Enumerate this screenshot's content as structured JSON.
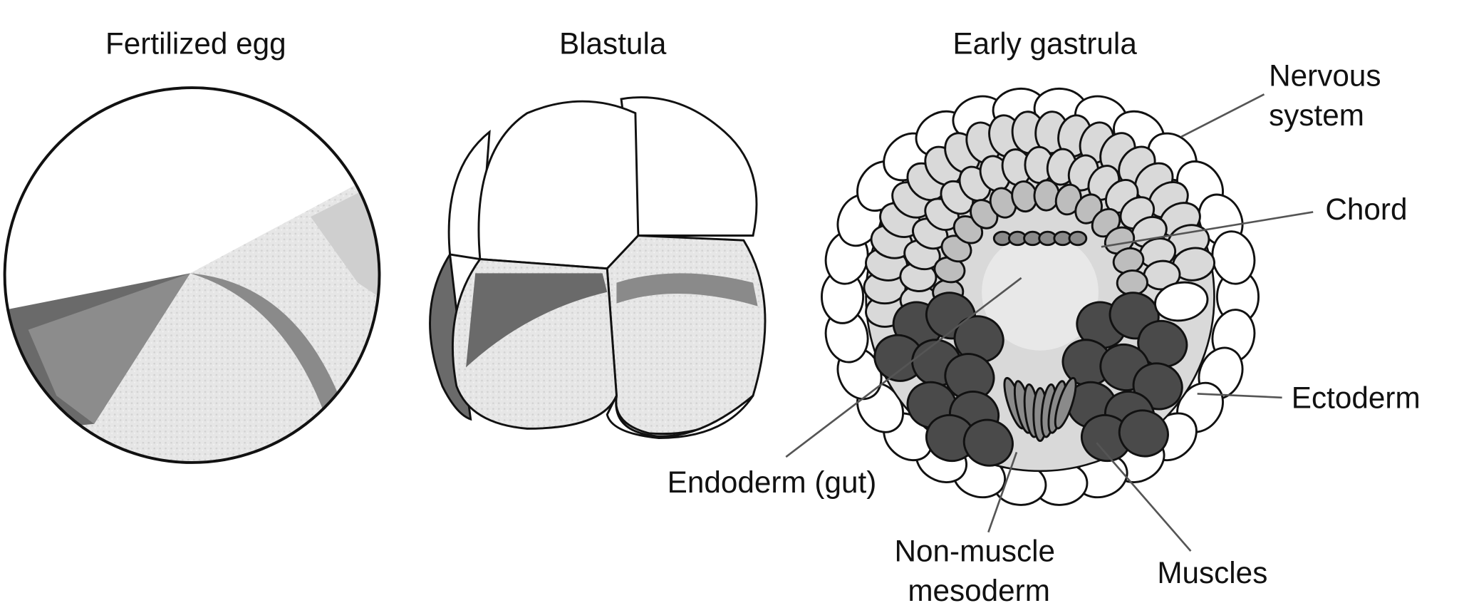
{
  "titles": {
    "fertilized_egg": "Fertilized egg",
    "blastula": "Blastula",
    "early_gastrula": "Early gastrula"
  },
  "labels": {
    "nervous_system": [
      "Nervous",
      "system"
    ],
    "chord": "Chord",
    "ectoderm": "Ectoderm",
    "endoderm": "Endoderm (gut)",
    "non_muscle_mesoderm": [
      "Non-muscle",
      "mesoderm"
    ],
    "muscles": "Muscles"
  },
  "colors": {
    "outline": "#111111",
    "light_grey": "#d9d9d9",
    "mid_grey": "#8a8a8a",
    "dark_grey": "#4a4a4a",
    "speckle": "#e8e8e8"
  }
}
